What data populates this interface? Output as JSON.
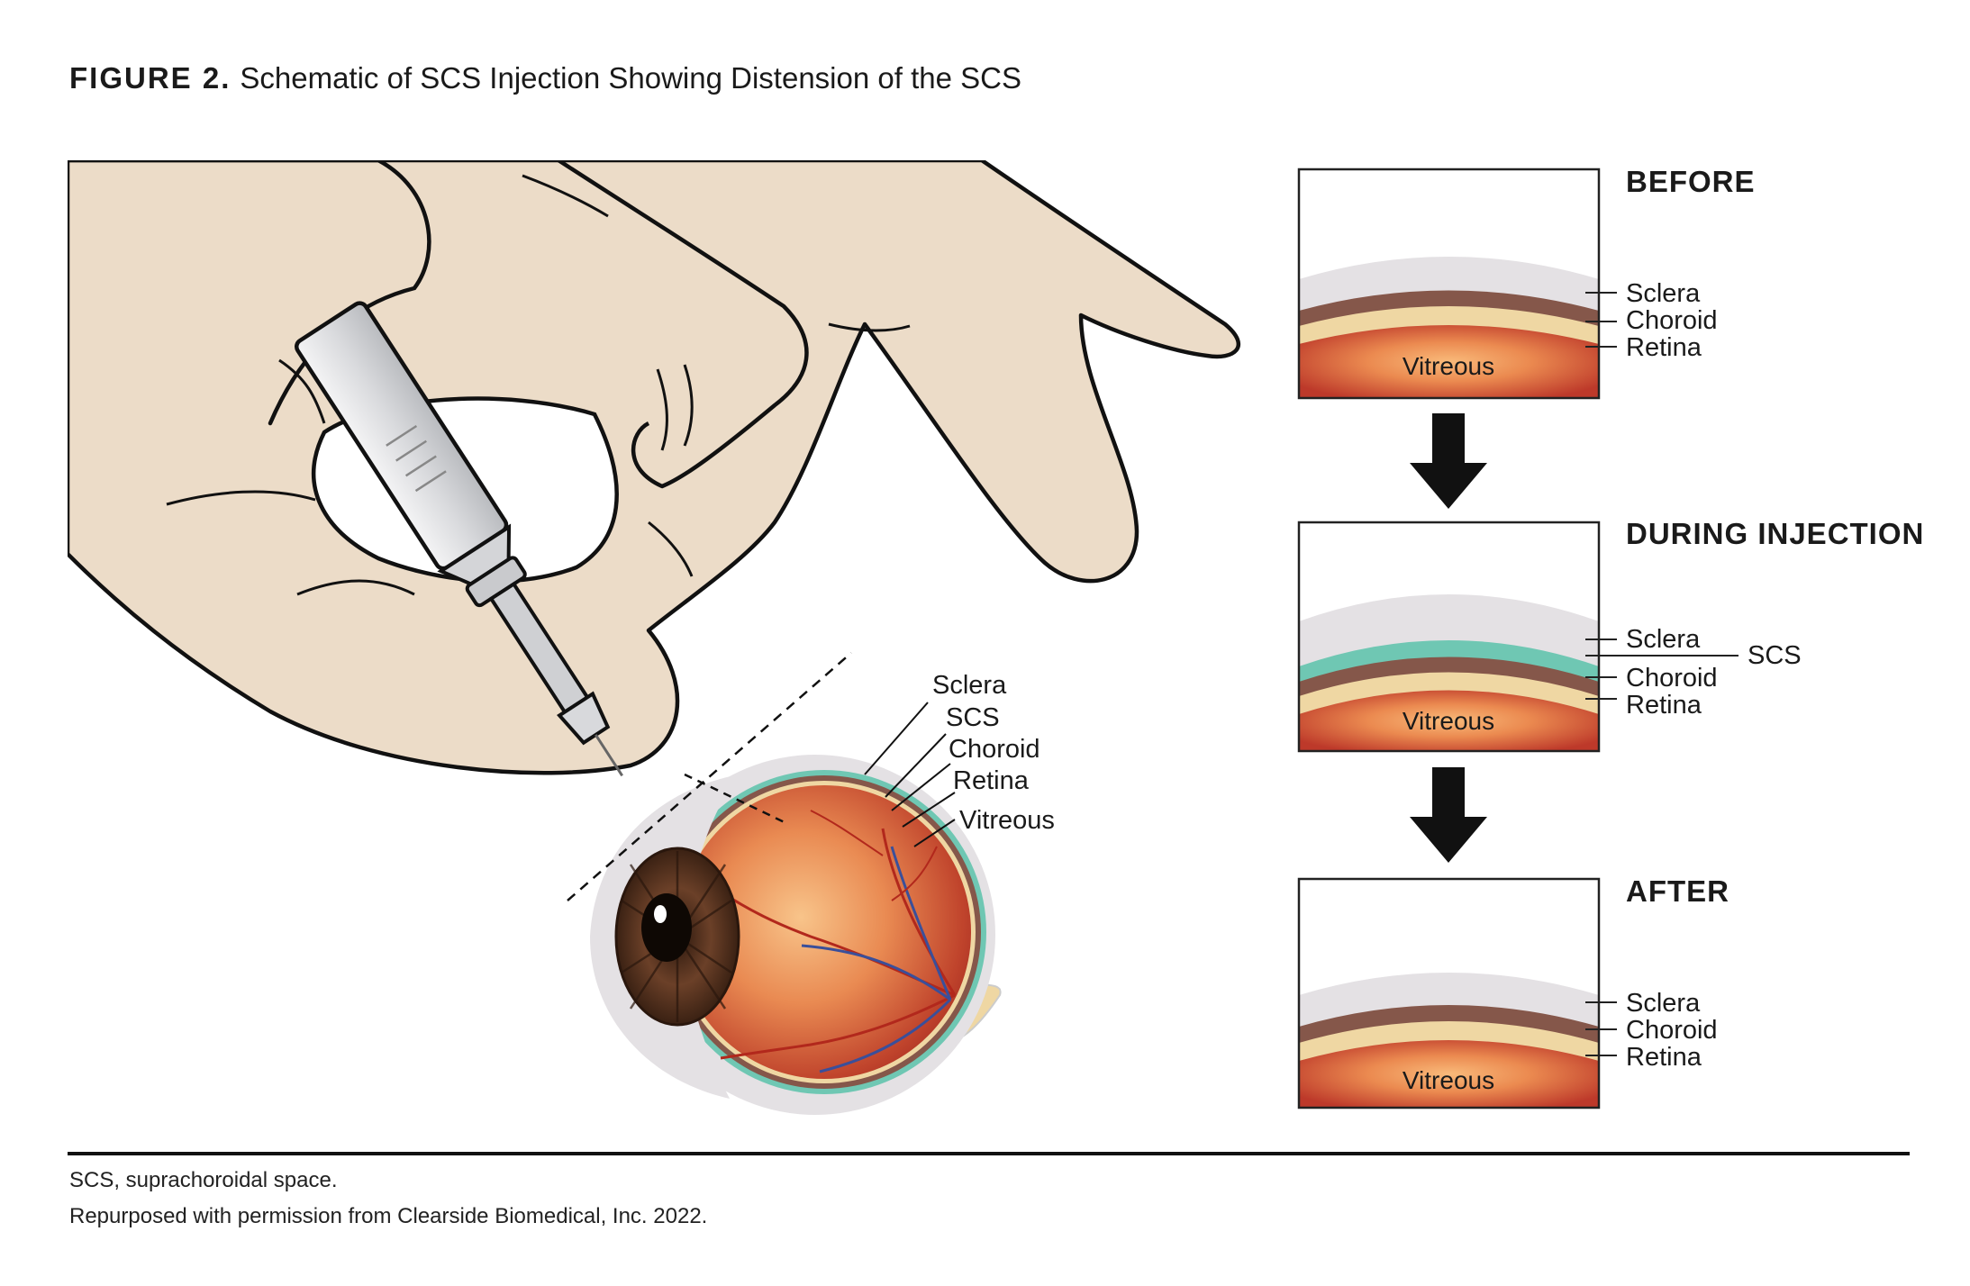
{
  "figure": {
    "number": "FIGURE 2.",
    "title": "Schematic of SCS Injection Showing Distension of the SCS"
  },
  "eye_labels": {
    "sclera": "Sclera",
    "scs": "SCS",
    "choroid": "Choroid",
    "retina": "Retina",
    "vitreous": "Vitreous"
  },
  "panels": [
    {
      "heading": "BEFORE",
      "labels": [
        "Sclera",
        "Choroid",
        "Retina"
      ],
      "vitreous": "Vitreous"
    },
    {
      "heading": "DURING INJECTION",
      "labels": [
        "Sclera",
        "Choroid",
        "Retina"
      ],
      "scs_label": "SCS",
      "vitreous": "Vitreous"
    },
    {
      "heading": "AFTER",
      "labels": [
        "Sclera",
        "Choroid",
        "Retina"
      ],
      "vitreous": "Vitreous"
    }
  ],
  "footnotes": {
    "abbreviation": "SCS, suprachoroidal space.",
    "credit": "Repurposed with permission from Clearside Biomedical, Inc. 2022."
  },
  "colors": {
    "skin": "#ecdcc8",
    "sclera": "#e4e1e4",
    "choroid": "#85574a",
    "retina": "#efd7a3",
    "scs": "#6fc7b3",
    "vitreous_center": "#f8b676",
    "vitreous_edge": "#bf3a2b",
    "iris": "#5c3623"
  }
}
